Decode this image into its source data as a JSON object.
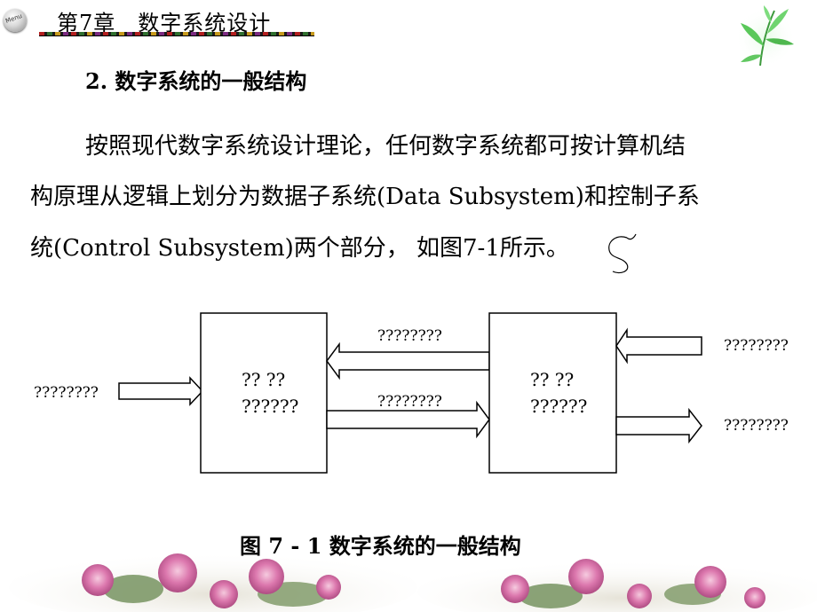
{
  "header": {
    "menu_label": "Menu",
    "chapter_title": "第7章　数字系统设计"
  },
  "content": {
    "section_heading": "2.  数字系统的一般结构",
    "paragraph_lines": [
      "按照现代数字系统设计理论，任何数字系统都可按计算机结",
      "构原理从逻辑上划分为数据子系统(Data Subsystem)和控制子系",
      "统(Control Subsystem)两个部分，  如图7-1所示。"
    ]
  },
  "diagram": {
    "left_box_lines": [
      "??   ??",
      "??????"
    ],
    "right_box_lines": [
      "??   ??",
      "??????"
    ],
    "input_label": "????????",
    "top_arrow_label": "????????",
    "middle_arrow_label": "????????",
    "right_input_label": "????????",
    "right_output_label": "????????",
    "caption": "图 7 - 1  数字系统的一般结构"
  },
  "icons": {
    "menu": "menu-orb-icon",
    "leaves": "bamboo-leaves-icon",
    "squiggle": "squiggle-cursor-icon",
    "flowers": "rose-flowers-decor"
  },
  "colors": {
    "background": "#ffffff",
    "text": "#000000",
    "leaf_green": "#5ac85a",
    "flower_pink": "#d96aa6"
  }
}
